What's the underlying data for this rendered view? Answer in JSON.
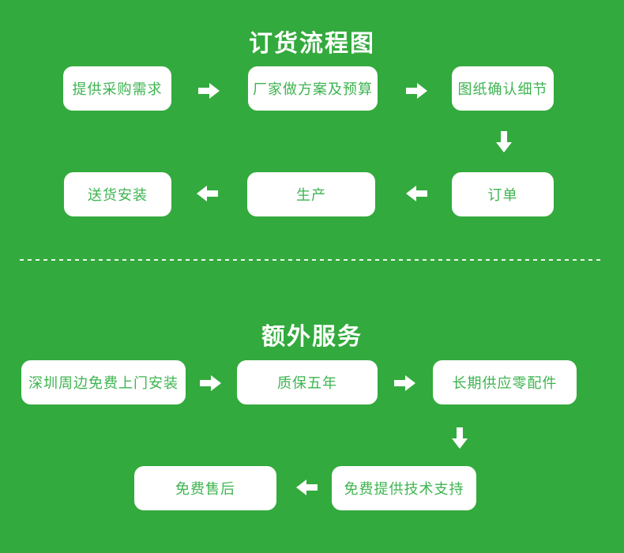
{
  "meta": {
    "background_color": "#33aa3d",
    "box_background_color": "#ffffff",
    "box_text_color": "#3eb450",
    "title_color": "#ffffff",
    "arrow_color": "#ffffff",
    "divider_style": "white-dashed"
  },
  "ordering": {
    "title": "订货流程图",
    "steps": {
      "provide_requirements": "提供采购需求",
      "factory_plan_budget": "厂家做方案及预算",
      "drawing_confirm": "图纸确认细节",
      "order": "订单",
      "production": "生产",
      "delivery_install": "送货安装"
    },
    "flow_sequence": [
      "提供采购需求",
      "厂家做方案及预算",
      "图纸确认细节",
      "订单",
      "生产",
      "送货安装"
    ]
  },
  "extra": {
    "title": "额外服务",
    "steps": {
      "free_onsite_install": "深圳周边免费上门安装",
      "five_year_warranty": "质保五年",
      "spare_parts_supply": "长期供应零配件",
      "free_tech_support": "免费提供技术支持",
      "free_after_sales": "免费售后"
    },
    "flow_sequence": [
      "深圳周边免费上门安装",
      "质保五年",
      "长期供应零配件",
      "免费提供技术支持",
      "免费售后"
    ]
  }
}
